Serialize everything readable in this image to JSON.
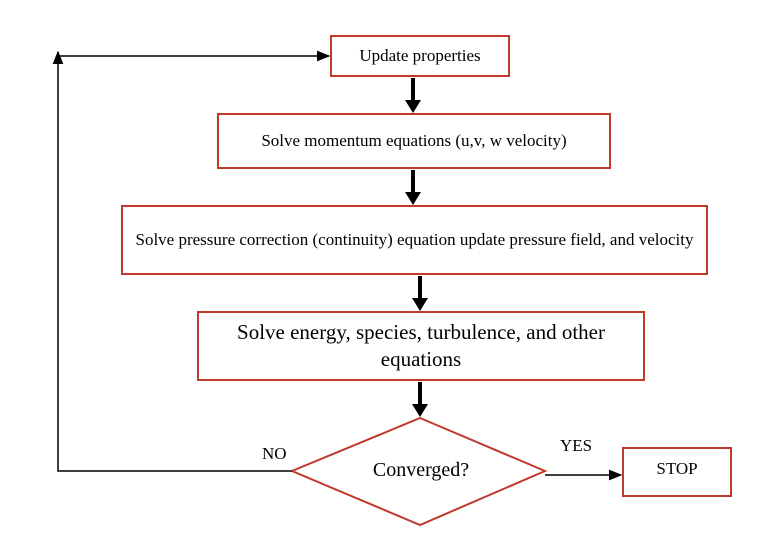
{
  "flowchart": {
    "steps": [
      "Update properties",
      "Solve momentum equations (u,v, w velocity)",
      "Solve pressure correction (continuity) equation update pressure field, and velocity",
      "Solve energy, species, turbulence, and other equations"
    ],
    "decision": "Converged?",
    "no_label": "NO",
    "yes_label": "YES",
    "terminal": "STOP"
  },
  "colors": {
    "box_border": "#c0392b",
    "arrow": "#000000"
  }
}
